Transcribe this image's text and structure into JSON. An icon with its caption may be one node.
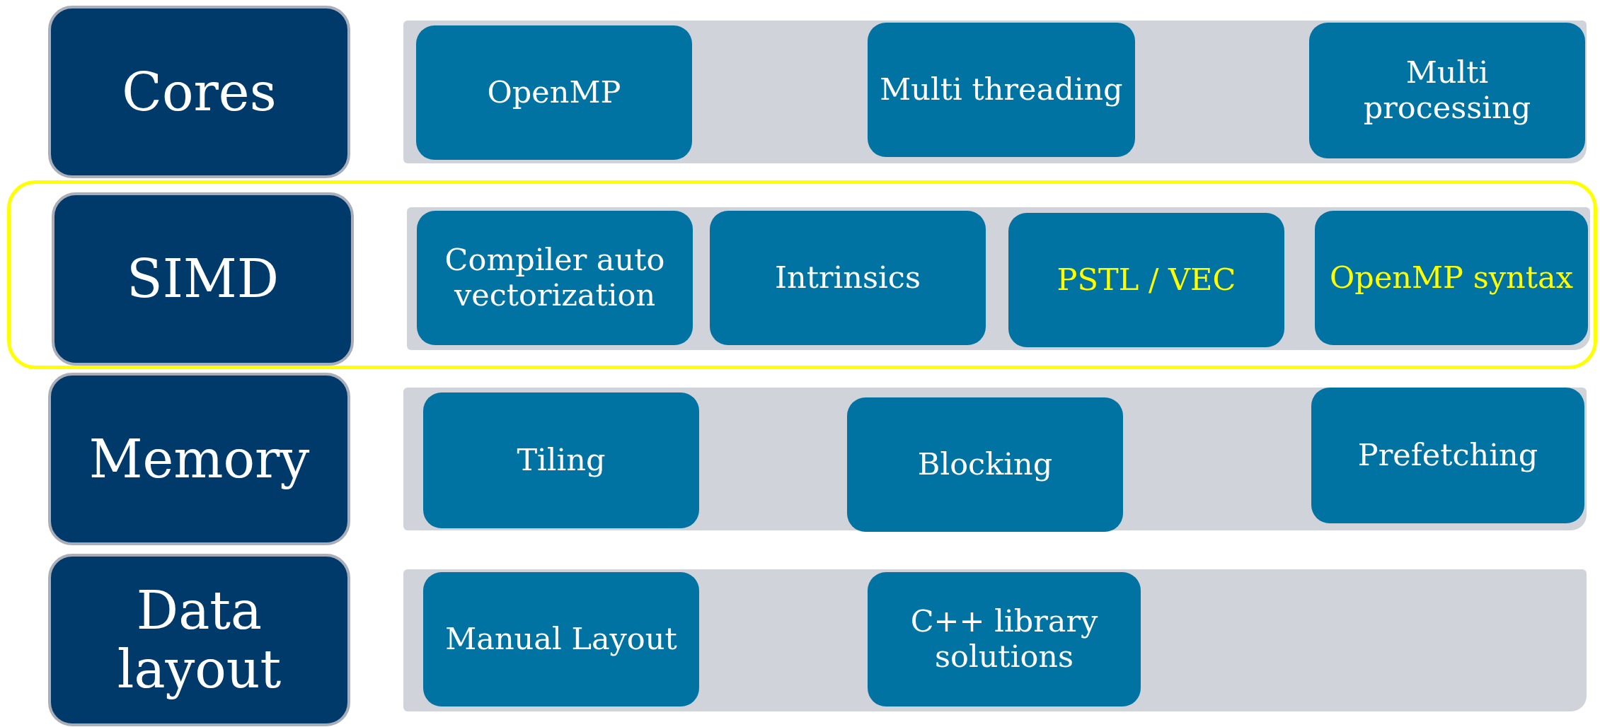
{
  "diagram": {
    "nodes": [
      {
        "text": [
          "Cores"
        ]
      },
      {
        "text": [],
        "shape": "bar"
      },
      {
        "text": [
          "OpenMP"
        ],
        "in": 1
      },
      {
        "text": [
          "Multi threading"
        ],
        "in": 1
      },
      {
        "text": [
          "Multi processing"
        ],
        "in": 1
      },
      {
        "text": [],
        "shape": "box"
      },
      {
        "text": [
          "SIMD"
        ],
        "in": 5
      },
      {
        "text": [],
        "shape": "bar",
        "in": 5
      },
      {
        "text": [
          "Compiler auto vectorization"
        ],
        "in": 7
      },
      {
        "text": [
          "Intrinsics"
        ],
        "in": 7
      },
      {
        "text": [
          "PSTL / VEC"
        ],
        "in": 7
      },
      {
        "text": [
          "OpenMP syntax"
        ],
        "in": 7
      },
      {
        "text": [
          "Memory"
        ]
      },
      {
        "text": [],
        "shape": "bar"
      },
      {
        "text": [
          "Tiling"
        ],
        "in": 13
      },
      {
        "text": [
          "Blocking"
        ],
        "in": 13
      },
      {
        "text": [
          "Prefetching"
        ],
        "in": 13
      },
      {
        "text": [
          "Data layout"
        ]
      },
      {
        "text": [],
        "shape": "bar"
      },
      {
        "text": [
          "Manual Layout"
        ],
        "in": 18
      },
      {
        "text": [
          "C++ library solutions"
        ],
        "in": 18
      }
    ]
  }
}
